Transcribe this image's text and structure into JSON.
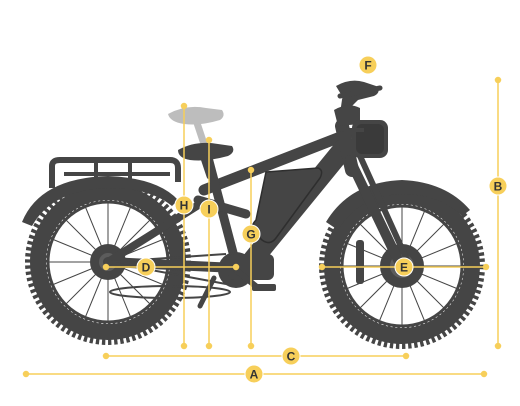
{
  "labels": {
    "A": "A",
    "B": "B",
    "C": "C",
    "D": "D",
    "E": "E",
    "F": "F",
    "G": "G",
    "H": "H",
    "I": "I"
  },
  "colors": {
    "accent": "#f7cf5a",
    "accent_dark": "#e0a400",
    "bike": "#454545",
    "bike_light": "#bdbdbd",
    "badge_text": "#333333"
  }
}
